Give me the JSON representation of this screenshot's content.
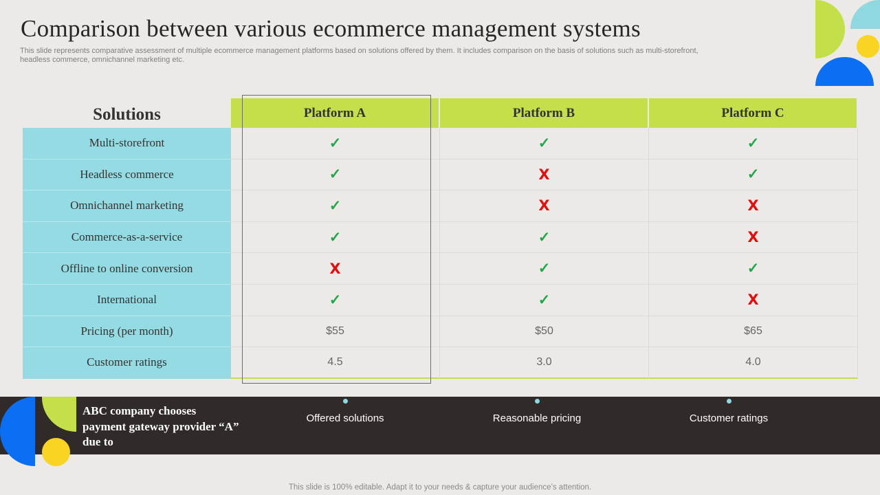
{
  "slide": {
    "title": "Comparison between various ecommerce management systems",
    "subtitle": "This slide represents comparative assessment of multiple ecommerce management platforms based on solutions offered by them. It includes comparison on the basis of solutions such as multi-storefront, headless commerce, omnichannel marketing etc.",
    "footer": "This slide is 100% editable. Adapt it to your needs & capture your audience’s attention."
  },
  "colors": {
    "accent_green": "#c3e04b",
    "accent_teal": "#95dbe3",
    "accent_blue": "#0a6ff2",
    "accent_yellow": "#f9d423",
    "check_green": "#1fa84a",
    "cross_red": "#e01010",
    "band_dark": "#302a28"
  },
  "table": {
    "solutions_header": "Solutions",
    "platforms": [
      "Platform A",
      "Platform B",
      "Platform C"
    ],
    "rows": [
      {
        "label": "Multi-storefront",
        "values": [
          "check",
          "check",
          "check"
        ]
      },
      {
        "label": "Headless commerce",
        "values": [
          "check",
          "cross",
          "check"
        ]
      },
      {
        "label": "Omnichannel marketing",
        "values": [
          "check",
          "cross",
          "cross"
        ]
      },
      {
        "label": "Commerce-as-a-service",
        "values": [
          "check",
          "check",
          "cross"
        ]
      },
      {
        "label": "Offline to online conversion",
        "values": [
          "cross",
          "check",
          "check"
        ]
      },
      {
        "label": "International",
        "values": [
          "check",
          "check",
          "cross"
        ]
      },
      {
        "label": "Pricing (per month)",
        "values": [
          "$55",
          "$50",
          "$65"
        ]
      },
      {
        "label": "Customer ratings",
        "values": [
          "4.5",
          "3.0",
          "4.0"
        ]
      }
    ],
    "check_glyph": "✓",
    "cross_glyph": "X"
  },
  "band": {
    "text": "ABC company chooses payment gateway provider “A” due to",
    "reasons": [
      "Offered solutions",
      "Reasonable pricing",
      "Customer ratings"
    ]
  }
}
